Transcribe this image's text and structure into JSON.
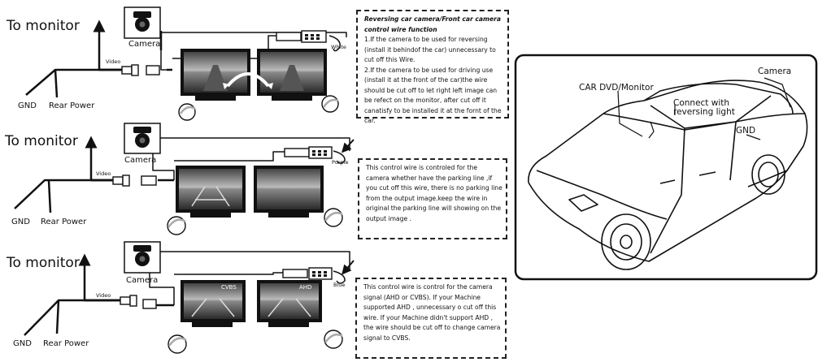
{
  "panels": [
    {
      "monitor": "To monitor",
      "camera": "Camera",
      "video": "Video",
      "wire_color": "White",
      "gnd": "GND",
      "rear_power": "Rear Power",
      "note_title": "Reversing car camera/Front car camera control wire function",
      "note_lines": [
        "1.If the camera to be used for reversing (install it behindof the car) unnecessary to cut off this Wire.",
        "2.If the camera to be used for driving use (install it at the front of the car)the wire should be cut off to let right left image can be refect on the monitor, after cut off it canatisfy to be installed it at the fornt of the car."
      ]
    },
    {
      "monitor": "To monitor",
      "camera": "Camera",
      "video": "Video",
      "wire_color": "Purple",
      "gnd": "GND",
      "rear_power": "Rear Power",
      "note_lines": [
        "This control wire is controled for the camera whether have the parking line ,if you cut off this wire, there is no parking line from the output image.keep the wire in original the parking line will showing on the output image ."
      ]
    },
    {
      "monitor": "To monitor",
      "camera": "Camera",
      "video": "Video",
      "wire_color": "Blue",
      "gnd": "GND",
      "rear_power": "Rear Power",
      "screen_labels": [
        "CVBS",
        "AHD"
      ],
      "note_lines": [
        "This control wire is control for the camera signal (AHD or CVBS). If your Machine supported AHD , unnecessary o cut off this wire. If your Machine didn't support AHD , the wire should be cut off to change camera signal to CVBS."
      ]
    }
  ],
  "car": {
    "monitor_label": "CAR DVD/Monitor",
    "camera_label": "Camera",
    "reverse_label_1": "Connect with",
    "reverse_label_2": "reversing light",
    "gnd_label": "GND"
  }
}
